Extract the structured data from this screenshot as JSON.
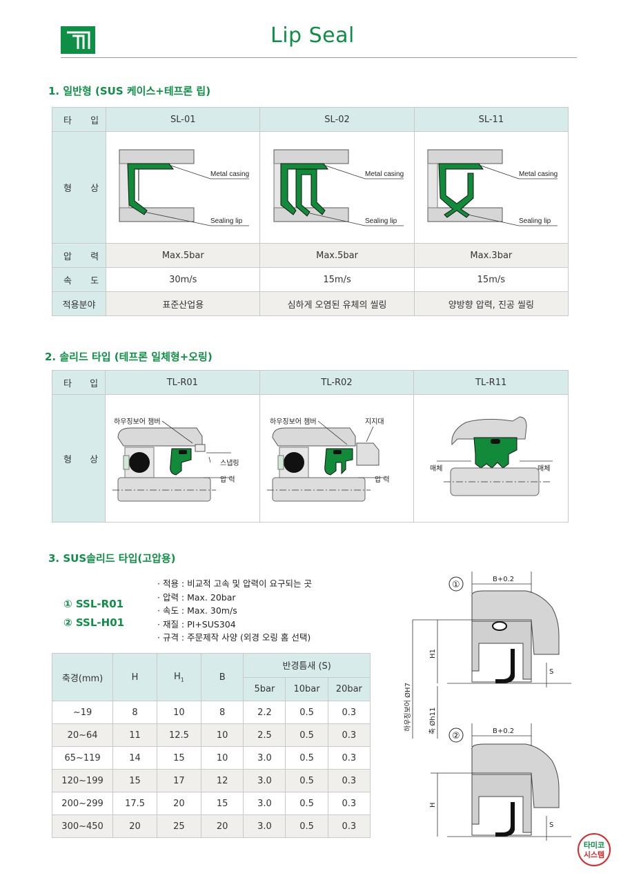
{
  "header": {
    "title": "Lip Seal",
    "logo_icon": "company-logo-icon"
  },
  "section1": {
    "title": "1. 일반형 (SUS 케이스+테프론 립)",
    "row_labels": {
      "type_a": "타",
      "type_b": "입",
      "shape_a": "형",
      "shape_b": "상",
      "pressure_a": "압",
      "pressure_b": "력",
      "speed_a": "속",
      "speed_b": "도",
      "application": "적용분야"
    },
    "columns": [
      {
        "type": "SL-01",
        "pressure": "Max.5bar",
        "speed": "30m/s",
        "application": "표준산업용"
      },
      {
        "type": "SL-02",
        "pressure": "Max.5bar",
        "speed": "15m/s",
        "application": "심하게 오염된 유체의 씰링"
      },
      {
        "type": "SL-11",
        "pressure": "Max.3bar",
        "speed": "15m/s",
        "application": "양방향 압력, 진공 씰링"
      }
    ],
    "figure_labels": {
      "casing": "Metal casing",
      "lip": "Sealing lip"
    }
  },
  "section2": {
    "title": "2. 솔리드 타입 (테프론 일체형+오링)",
    "columns": [
      {
        "type": "TL-R01"
      },
      {
        "type": "TL-R02"
      },
      {
        "type": "TL-R11"
      }
    ],
    "figure_labels": {
      "chamfer": "하우징보어 챔버",
      "snap_ring": "스냅링",
      "pressure": "압 력",
      "support": "지지대",
      "medium": "매체"
    }
  },
  "section3": {
    "title": "3. SUS솔리드 타입(고압용)",
    "models": [
      "① SSL-R01",
      "② SSL-H01"
    ],
    "bullets": [
      "· 적용 : 비교적 고속 및 압력이 요구되는 곳",
      "· 압력 : Max. 20bar",
      "· 속도 : Max. 30m/s",
      "· 재질 : PI+SUS304",
      "· 규격 : 주문제작 사양 (외경 오링 홈 선택)"
    ],
    "table": {
      "headers": {
        "shaft": "축경(mm)",
        "h": "H",
        "h1": "H",
        "h1_sub": "1",
        "b": "B",
        "gap": "반경틈새 (S)",
        "p5": "5bar",
        "p10": "10bar",
        "p20": "20bar"
      },
      "rows": [
        [
          "~19",
          "8",
          "10",
          "8",
          "2.2",
          "0.5",
          "0.3"
        ],
        [
          "20~64",
          "11",
          "12.5",
          "10",
          "2.5",
          "0.5",
          "0.3"
        ],
        [
          "65~119",
          "14",
          "15",
          "10",
          "3.0",
          "0.5",
          "0.3"
        ],
        [
          "120~199",
          "15",
          "17",
          "12",
          "3.0",
          "0.5",
          "0.3"
        ],
        [
          "200~299",
          "17.5",
          "20",
          "15",
          "3.0",
          "0.5",
          "0.3"
        ],
        [
          "300~450",
          "20",
          "25",
          "20",
          "3.0",
          "0.5",
          "0.3"
        ]
      ]
    },
    "drawing_labels": {
      "n1": "①",
      "n2": "②",
      "b_tol": "B+0.2",
      "h1": "H1",
      "h": "H",
      "s": "S",
      "bore": "하우징보어 ØH7",
      "shaft": "축 Øh11"
    }
  },
  "footer": {
    "brand_line1": "타미코",
    "brand_line2": "시스템"
  },
  "colors": {
    "accent": "#0d8f45",
    "header_fill": "#d7ecea",
    "row_gray": "#f1efec",
    "seal_green": "#118a3a"
  }
}
